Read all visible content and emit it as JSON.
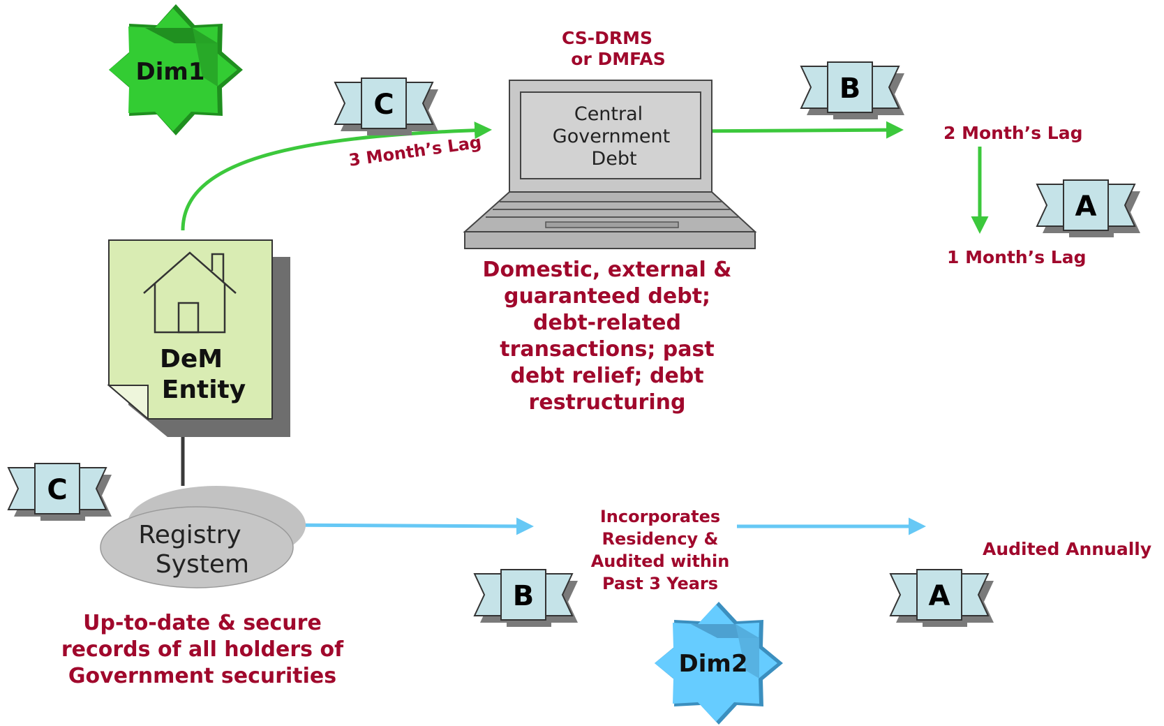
{
  "colors": {
    "label": "#a0082c",
    "green_arrow": "#3cc83c",
    "blue_arrow": "#66c8f5",
    "dark_arrow": "#3a3a3a",
    "dim1_fill": "#33cc33",
    "dim2_fill": "#66ccff",
    "ribbon_fill": "#c5e3e8",
    "document_fill": "#d9ecb3"
  },
  "badges": {
    "dim1": "Dim1",
    "dim2": "Dim2"
  },
  "ribbons": {
    "c_top": "C",
    "b_top": "B",
    "a_right": "A",
    "c_left": "C",
    "b_bottom": "B",
    "a_bottom": "A"
  },
  "system": {
    "title_line1": "CS-DRMS",
    "title_line2": "or DMFAS",
    "screen_line1": "Central",
    "screen_line2": "Government",
    "screen_line3": "Debt",
    "description_lines": [
      "Domestic, external &",
      "guaranteed debt;",
      "debt-related",
      "transactions; past",
      "debt relief; debt",
      "restructuring"
    ]
  },
  "entity": {
    "line1": "DeM",
    "line2": "Entity"
  },
  "registry": {
    "line1": "Registry",
    "line2": "System",
    "description_lines": [
      "Up-to-date & secure",
      "records of all holders of",
      "Government securities"
    ]
  },
  "lags": {
    "three_month": "3 Month’s Lag",
    "two_month": "2 Month’s Lag",
    "one_month": "1 Month’s Lag"
  },
  "dim2_flow": {
    "incorporates_lines": [
      "Incorporates",
      "Residency &",
      "Audited within",
      "Past 3 Years"
    ],
    "audited": "Audited Annually"
  }
}
